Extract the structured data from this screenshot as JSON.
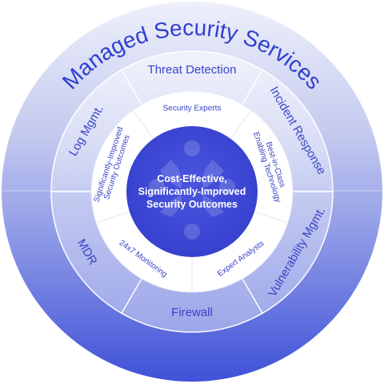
{
  "title": "Managed Security Services",
  "center": {
    "lines": [
      "Cost-Effective,",
      "Significantly-Improved",
      "Security Outcomes"
    ]
  },
  "inner_ring": [
    {
      "lines": [
        "Security Experts"
      ]
    },
    {
      "lines": [
        "Best-in-Class",
        "Enabling Technology"
      ]
    },
    {
      "lines": [
        "Expert Analysts"
      ]
    },
    {
      "lines": [
        "24x7 Monitoring"
      ]
    },
    {
      "lines": [
        "Significantly-Improved",
        "Security Outcomes"
      ]
    }
  ],
  "outer_ring": [
    {
      "label": "Threat Detection"
    },
    {
      "label": "Incident Response"
    },
    {
      "label": "Vulnerability Mgmt."
    },
    {
      "label": "Firewall"
    },
    {
      "label": "MDR"
    },
    {
      "label": "Log Mgmt."
    }
  ],
  "colors": {
    "title_text": "#2f3fcf",
    "ring_text": "#3a44c4",
    "inner_text": "#3a44c4",
    "center_fill": "#3d47d6",
    "center_text": "#ffffff",
    "outer_top": "#b7bfec",
    "outer_bottom": "#3f51d8",
    "band_fill": "#ffffff",
    "divider": "#ffffff"
  },
  "icons": {
    "center_watermark": "people-circle-icon"
  }
}
